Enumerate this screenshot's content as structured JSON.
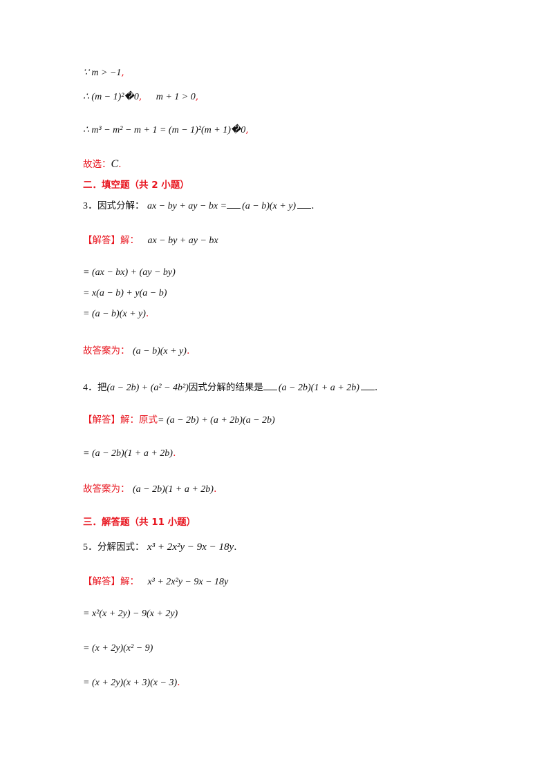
{
  "lines": {
    "l1": {
      "expr": "∵ m > −1",
      "punct": ","
    },
    "l2": {
      "expr1": "∴ (m − 1)²�0",
      "punct1": ",",
      "expr2": "m + 1 > 0",
      "punct2": ","
    },
    "l3": {
      "expr": "∴ m³ − m² − m + 1 = (m − 1)²(m + 1)�0",
      "punct": ","
    },
    "l4": {
      "label": "故选：",
      "answer": "C",
      "punct": "."
    }
  },
  "section2": {
    "heading": "二．填空题（共 2 小题）"
  },
  "q3": {
    "number": "3．",
    "prompt": "因式分解：",
    "expr": "ax − by + ay − bx =",
    "blank_answer": "(a − b)(x + y)",
    "end": ".",
    "solution_label": "【解答】解：",
    "solution_expr": "ax − by + ay − bx",
    "steps": [
      "= (ax − bx) + (ay − by)",
      "= x(a − b) + y(a − b)",
      "= (a − b)(x + y)"
    ],
    "steps_punct": ".",
    "answer_label": "故答案为：",
    "answer_expr": "(a − b)(x + y)",
    "answer_punct": "."
  },
  "q4": {
    "number": "4．",
    "prompt_pre": "把",
    "expr": "(a − 2b) + (a² − 4b²)",
    "prompt_post": "因式分解的结果是",
    "blank_answer": "(a − 2b)(1 + a + 2b)",
    "end": ".",
    "solution_label": "【解答】解：原式",
    "solution_expr": "= (a − 2b) + (a + 2b)(a − 2b)",
    "step": "= (a − 2b)(1 + a + 2b)",
    "step_punct": ".",
    "answer_label": "故答案为：",
    "answer_expr": "(a − 2b)(1 + a + 2b)",
    "answer_punct": "."
  },
  "section3": {
    "heading": "三．解答题（共 11 小题）"
  },
  "q5": {
    "number": "5．",
    "prompt": "分解因式：",
    "expr": "x³ + 2x²y − 9x − 18y",
    "end": ".",
    "solution_label": "【解答】解：",
    "solution_expr": "x³ + 2x²y − 9x − 18y",
    "steps": [
      "= x²(x + 2y) − 9(x + 2y)",
      "= (x + 2y)(x² − 9)",
      "= (x + 2y)(x + 3)(x − 3)"
    ],
    "steps_punct": "."
  }
}
